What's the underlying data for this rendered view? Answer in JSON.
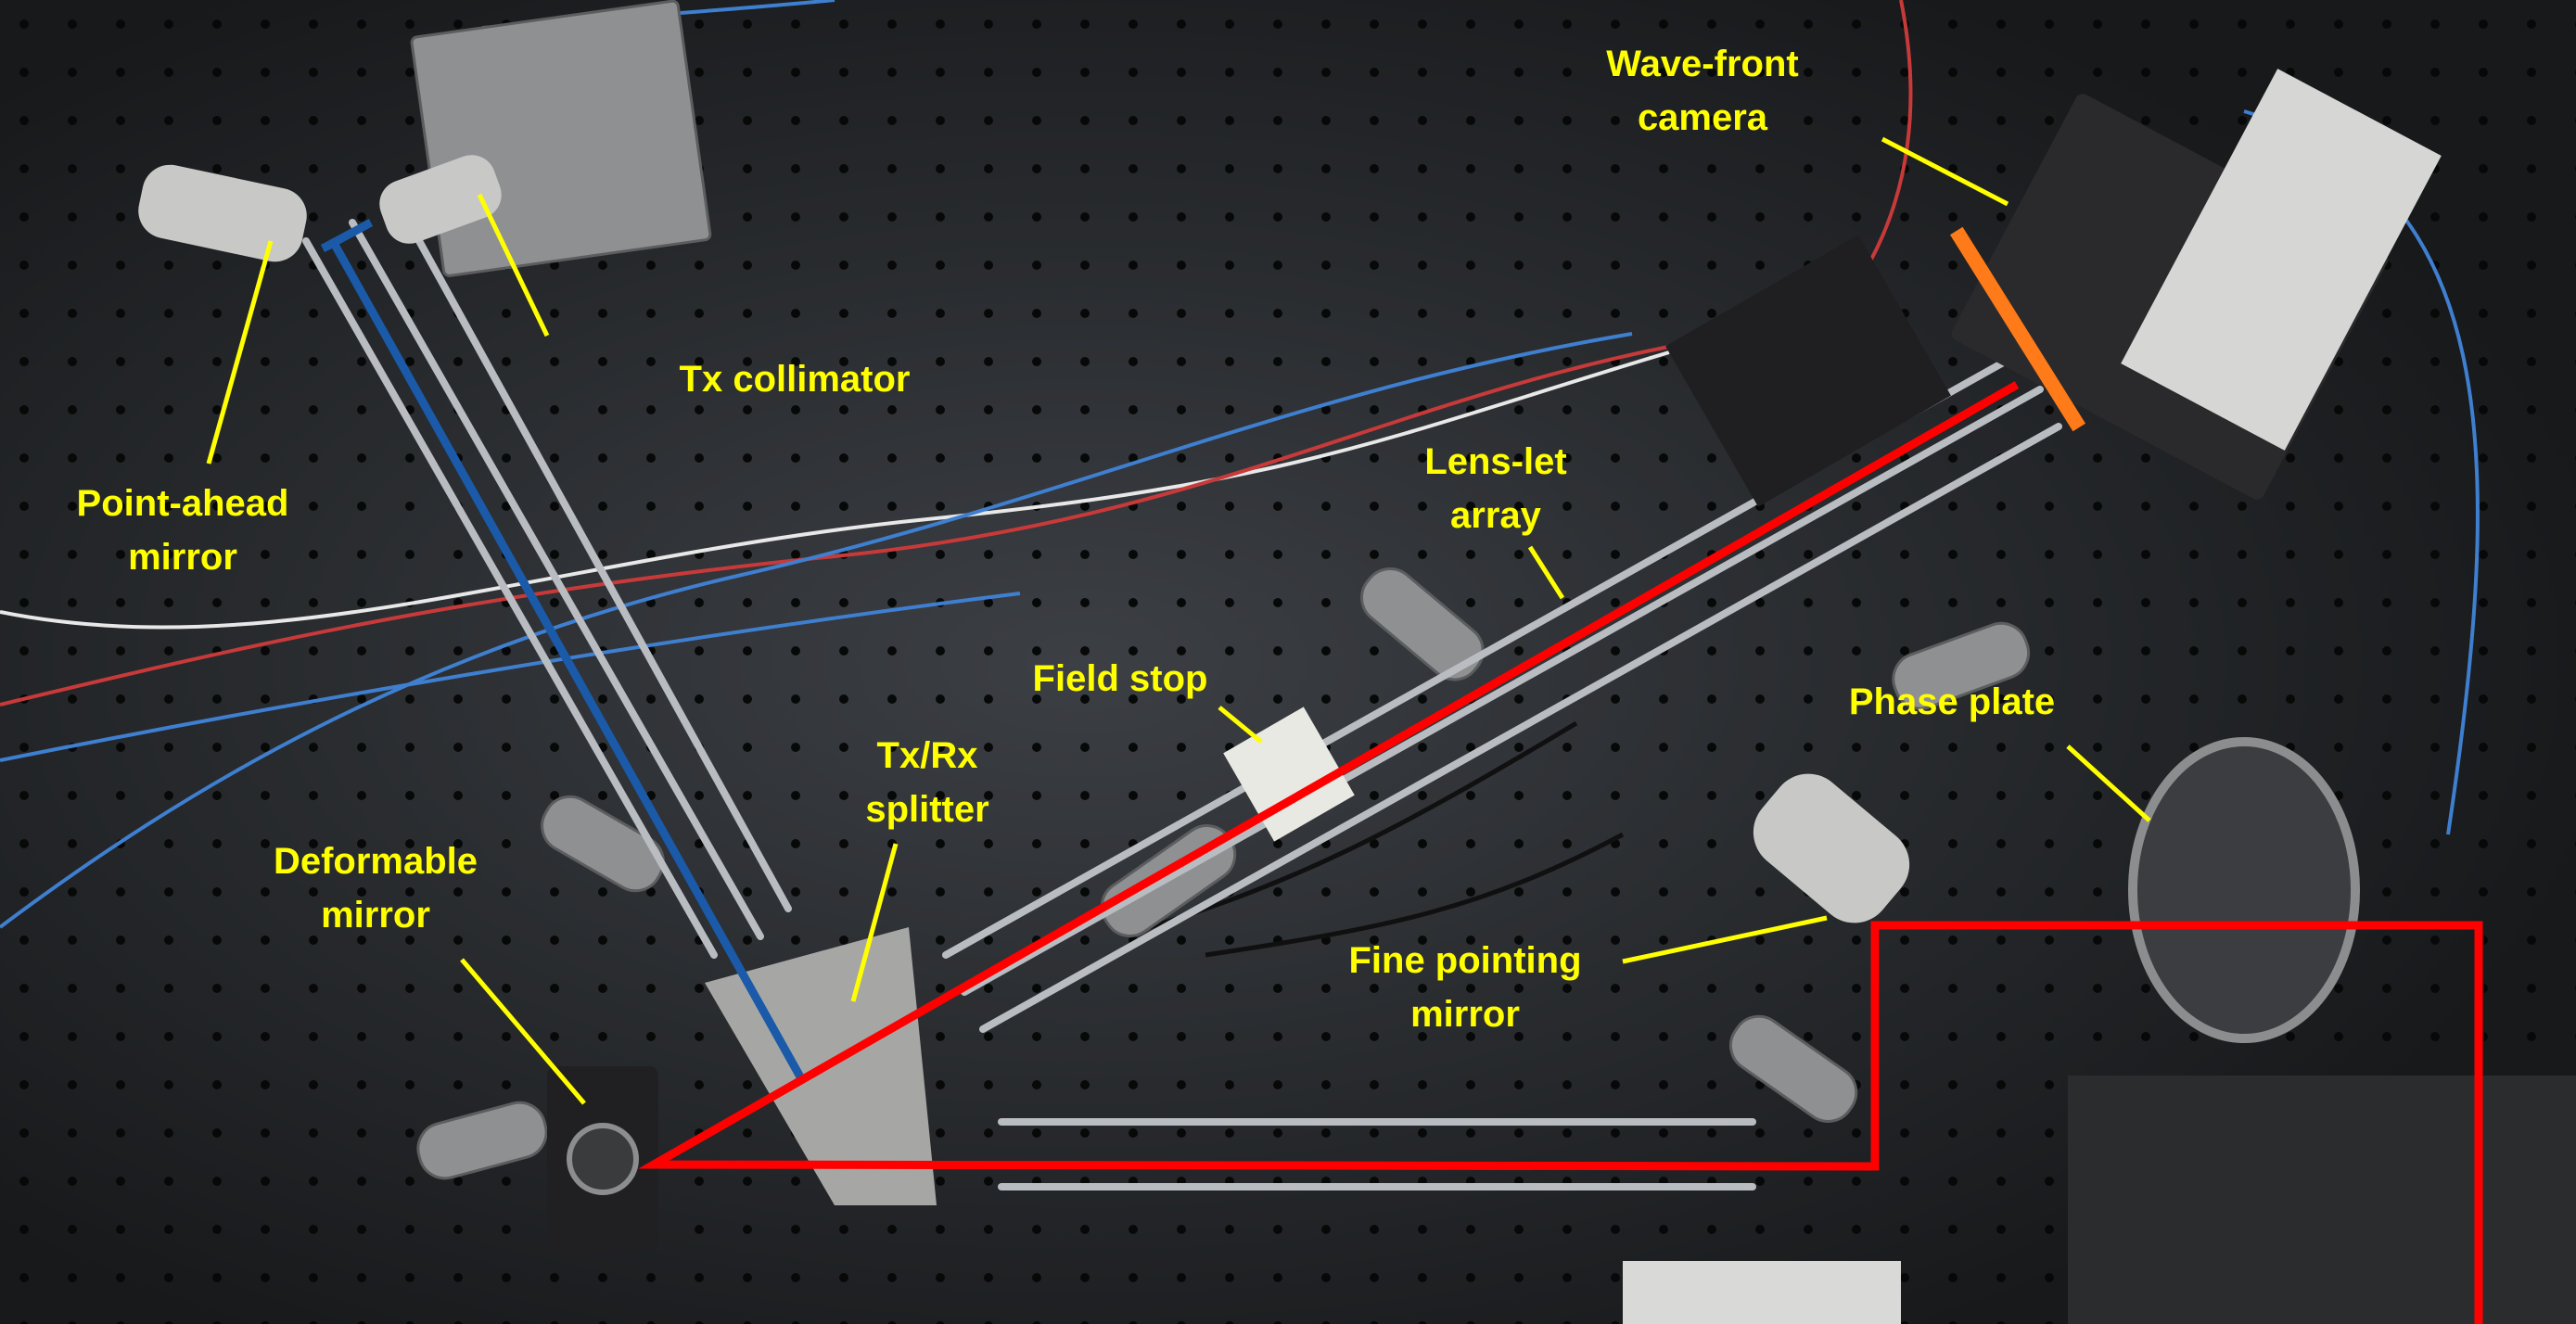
{
  "colors": {
    "table": "#1b1d20",
    "label_text": "#ffff00",
    "leader_line": "#ffff00",
    "rx_beam": "#ff0000",
    "tx_beam": "#1a5aa8",
    "rail": "#b9bcc0",
    "mount": "#c8c9c6"
  },
  "labels": {
    "wavefront_camera": [
      "Wave-front",
      "camera"
    ],
    "tx_collimator": "Tx collimator",
    "point_ahead_mirror": [
      "Point-ahead",
      "mirror"
    ],
    "lenslet_array": [
      "Lens-let",
      "array"
    ],
    "field_stop": "Field stop",
    "phase_plate": "Phase plate",
    "txrx_splitter": [
      "Tx/Rx",
      "splitter"
    ],
    "deformable_mirror": [
      "Deformable",
      "mirror"
    ],
    "fine_pointing_mirror": [
      "Fine pointing",
      "mirror"
    ]
  }
}
